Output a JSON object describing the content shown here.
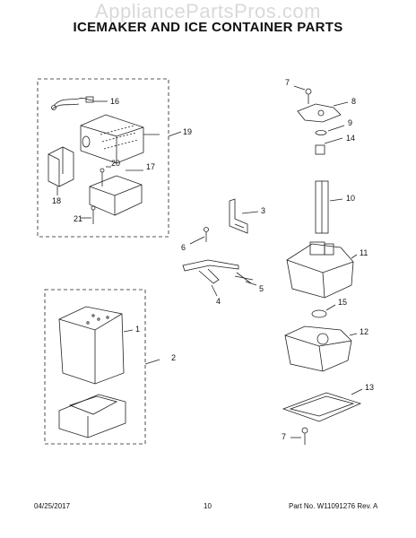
{
  "header": {
    "watermark": "AppliancePartsPros.com",
    "title": "ICEMAKER AND ICE CONTAINER PARTS"
  },
  "callouts": {
    "c1": "1",
    "c2": "2",
    "c3": "3",
    "c4": "4",
    "c5": "5",
    "c6": "6",
    "c7a": "7",
    "c7b": "7",
    "c8": "8",
    "c9": "9",
    "c10": "10",
    "c11": "11",
    "c12": "12",
    "c13": "13",
    "c14": "14",
    "c15": "15",
    "c16": "16",
    "c17": "17",
    "c18": "18",
    "c19": "19",
    "c20": "20",
    "c21": "21"
  },
  "footer": {
    "date": "04/25/2017",
    "page": "10",
    "part_no": "Part No. W11091276  Rev. A"
  }
}
